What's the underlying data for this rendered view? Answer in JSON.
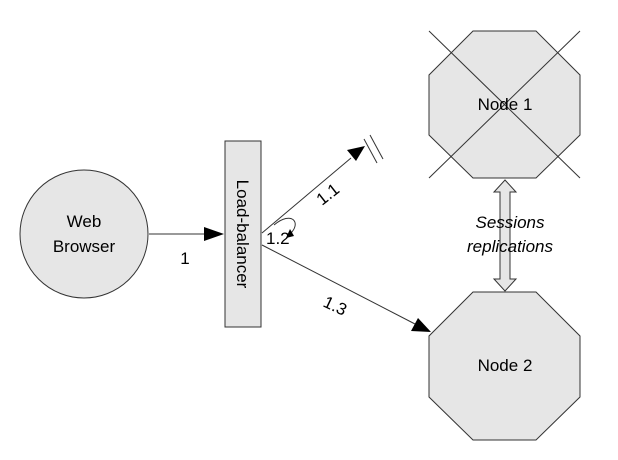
{
  "nodes": {
    "web_browser": {
      "line1": "Web",
      "line2": "Browser"
    },
    "load_balancer": {
      "label": "Load-balancer"
    },
    "node1": {
      "label": "Node 1",
      "status": "failed"
    },
    "node2": {
      "label": "Node 2"
    }
  },
  "edges": {
    "browser_to_lb": "1",
    "lb_to_node1": "1.1",
    "lb_retry": "1.2",
    "lb_to_node2": "1.3"
  },
  "replication": {
    "line1": "Sessions",
    "line2": "replications"
  },
  "colors": {
    "shape_fill": "#e6e6e6",
    "stroke": "#333333",
    "text": "#000000"
  }
}
